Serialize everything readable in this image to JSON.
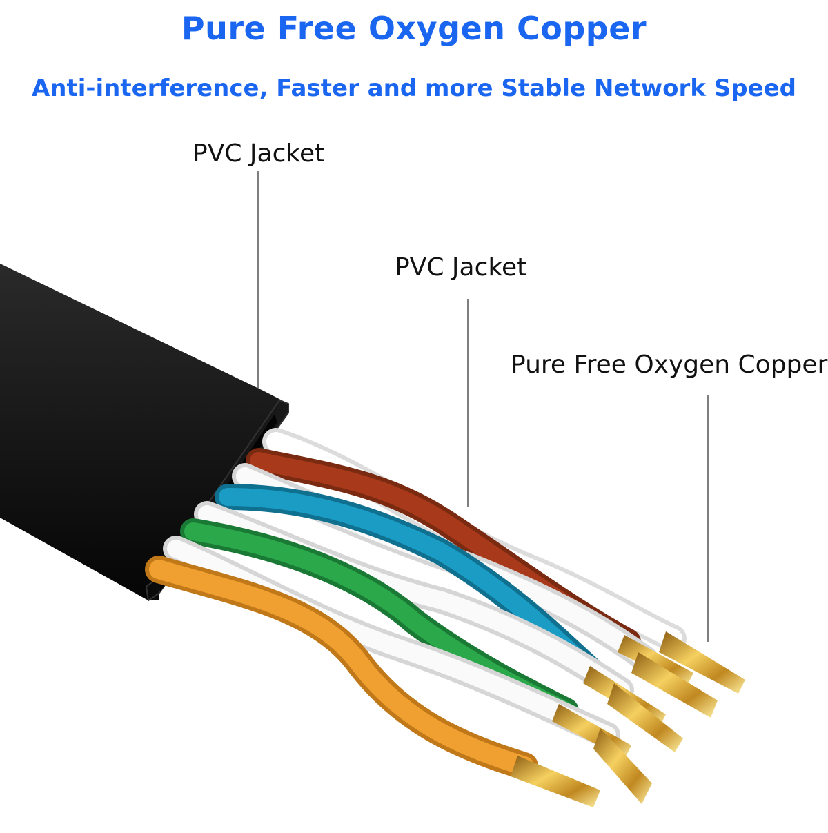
{
  "title": "Pure Free Oxygen Copper",
  "subtitle": "Anti-interference, Faster and more Stable Network Speed",
  "callouts": [
    {
      "label": "PVC Jacket",
      "target": "outer-jacket"
    },
    {
      "label": "PVC Jacket",
      "target": "wire-insulation"
    },
    {
      "label": "Pure Free Oxygen Copper",
      "target": "copper-conductor"
    }
  ],
  "colors": {
    "headline": "#1a66f0",
    "label_text": "#111111",
    "jacket": "#0b0b0b",
    "insulation_white": "#f0f0f0",
    "wire_brown": "#a8391a",
    "wire_blue": "#1a9cc4",
    "wire_green": "#2aa84a",
    "wire_orange": "#f0a030",
    "copper": "#e0b030"
  },
  "wire_pairs": [
    "orange",
    "green",
    "blue",
    "brown"
  ]
}
